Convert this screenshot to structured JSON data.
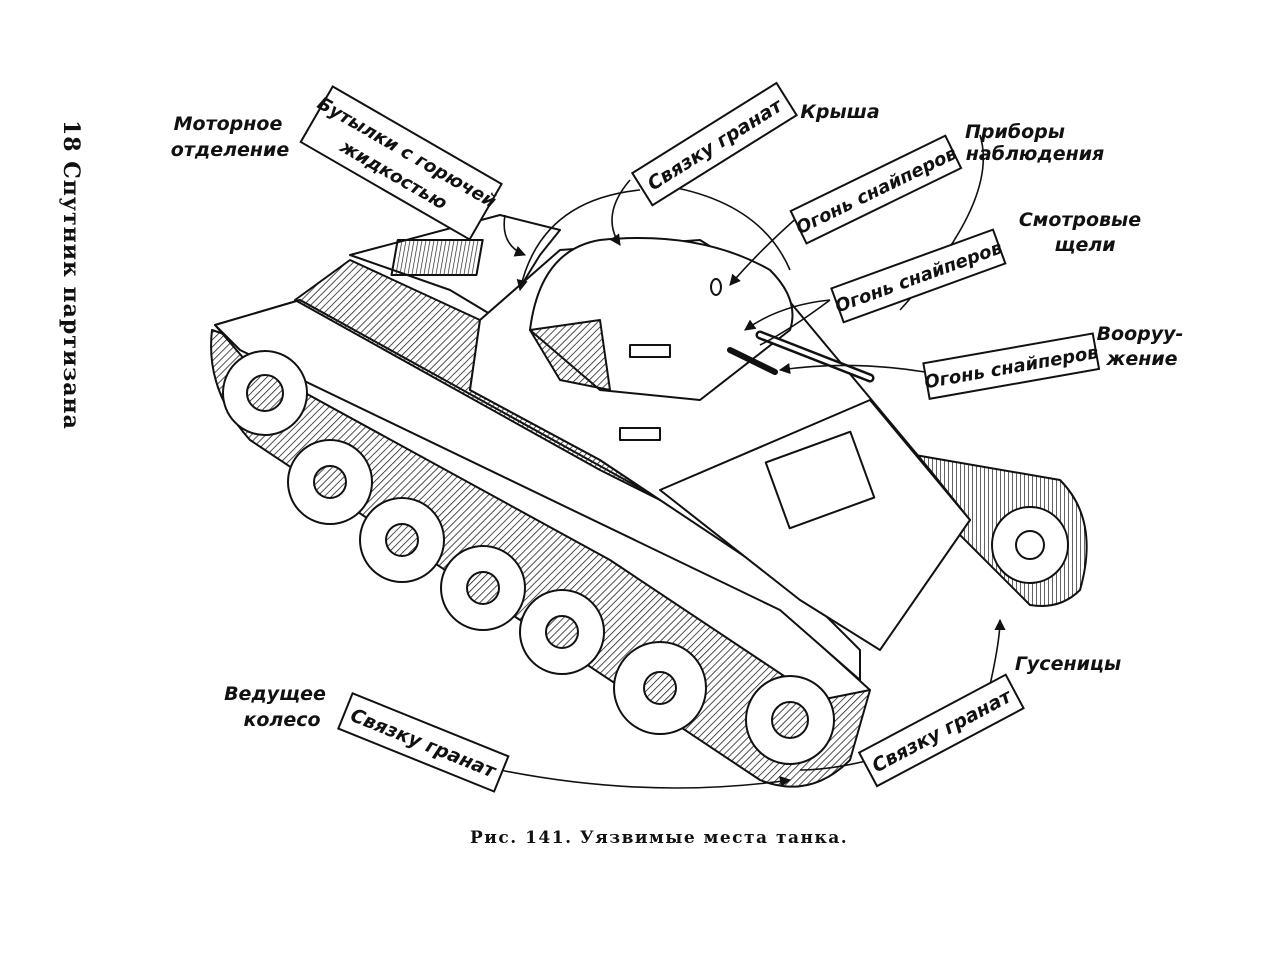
{
  "header": {
    "page_and_title": "18 Спутник партизана"
  },
  "caption": "Рис. 141. Уязвимые места танка.",
  "labels": {
    "engine_compartment": [
      "Моторное",
      "отделение"
    ],
    "roof": "Крыша",
    "observation_devices": [
      "Приборы",
      "наблюдения"
    ],
    "viewing_slits": [
      "Смотровые",
      "щели"
    ],
    "armament": [
      "Вооруу-",
      "жение"
    ],
    "drive_wheel": [
      "Ведущее",
      "колесо"
    ],
    "tracks": "Гусеницы"
  },
  "boxed": {
    "bottles": [
      "Бутылки с горючей",
      "жидкостью"
    ],
    "grenades_top": "Связку гранат",
    "sniper_1": "Огонь снайперов",
    "sniper_2": "Огонь снайперов",
    "sniper_3": "Огонь снайперов",
    "grenades_left": "Связку гранат",
    "grenades_right": "Связку гранат"
  }
}
